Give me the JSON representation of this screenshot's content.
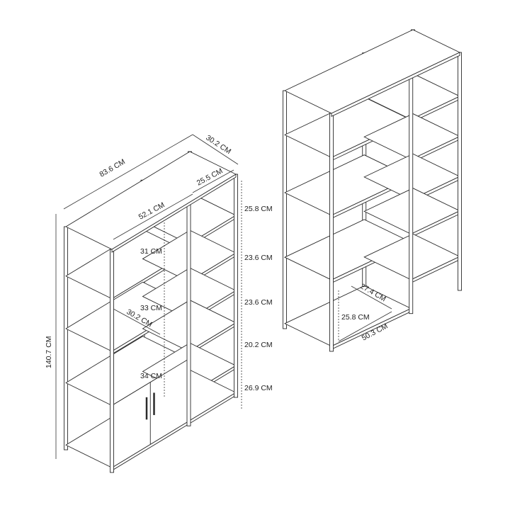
{
  "diagram": {
    "colors": {
      "line": "#2a2a2a",
      "panel": "#ffffff"
    },
    "left_unit": {
      "width": "83.6 CM",
      "depth": "30.2 CM",
      "right_section_width": "25.5 CM",
      "left_section_width": "52.1 CM",
      "total_height": "140.7 CM",
      "left_heights": [
        "31 CM",
        "33 CM",
        "34 CM"
      ],
      "shelf_depth": "30.2 CM",
      "right_heights": [
        "25.8 CM",
        "23.6 CM",
        "23.6 CM",
        "20.2 CM",
        "26.9 CM"
      ]
    },
    "right_unit": {
      "cabinet_depth": "27.4 CM",
      "cabinet_height": "25.8 CM",
      "cabinet_width": "50.3 CM"
    }
  }
}
